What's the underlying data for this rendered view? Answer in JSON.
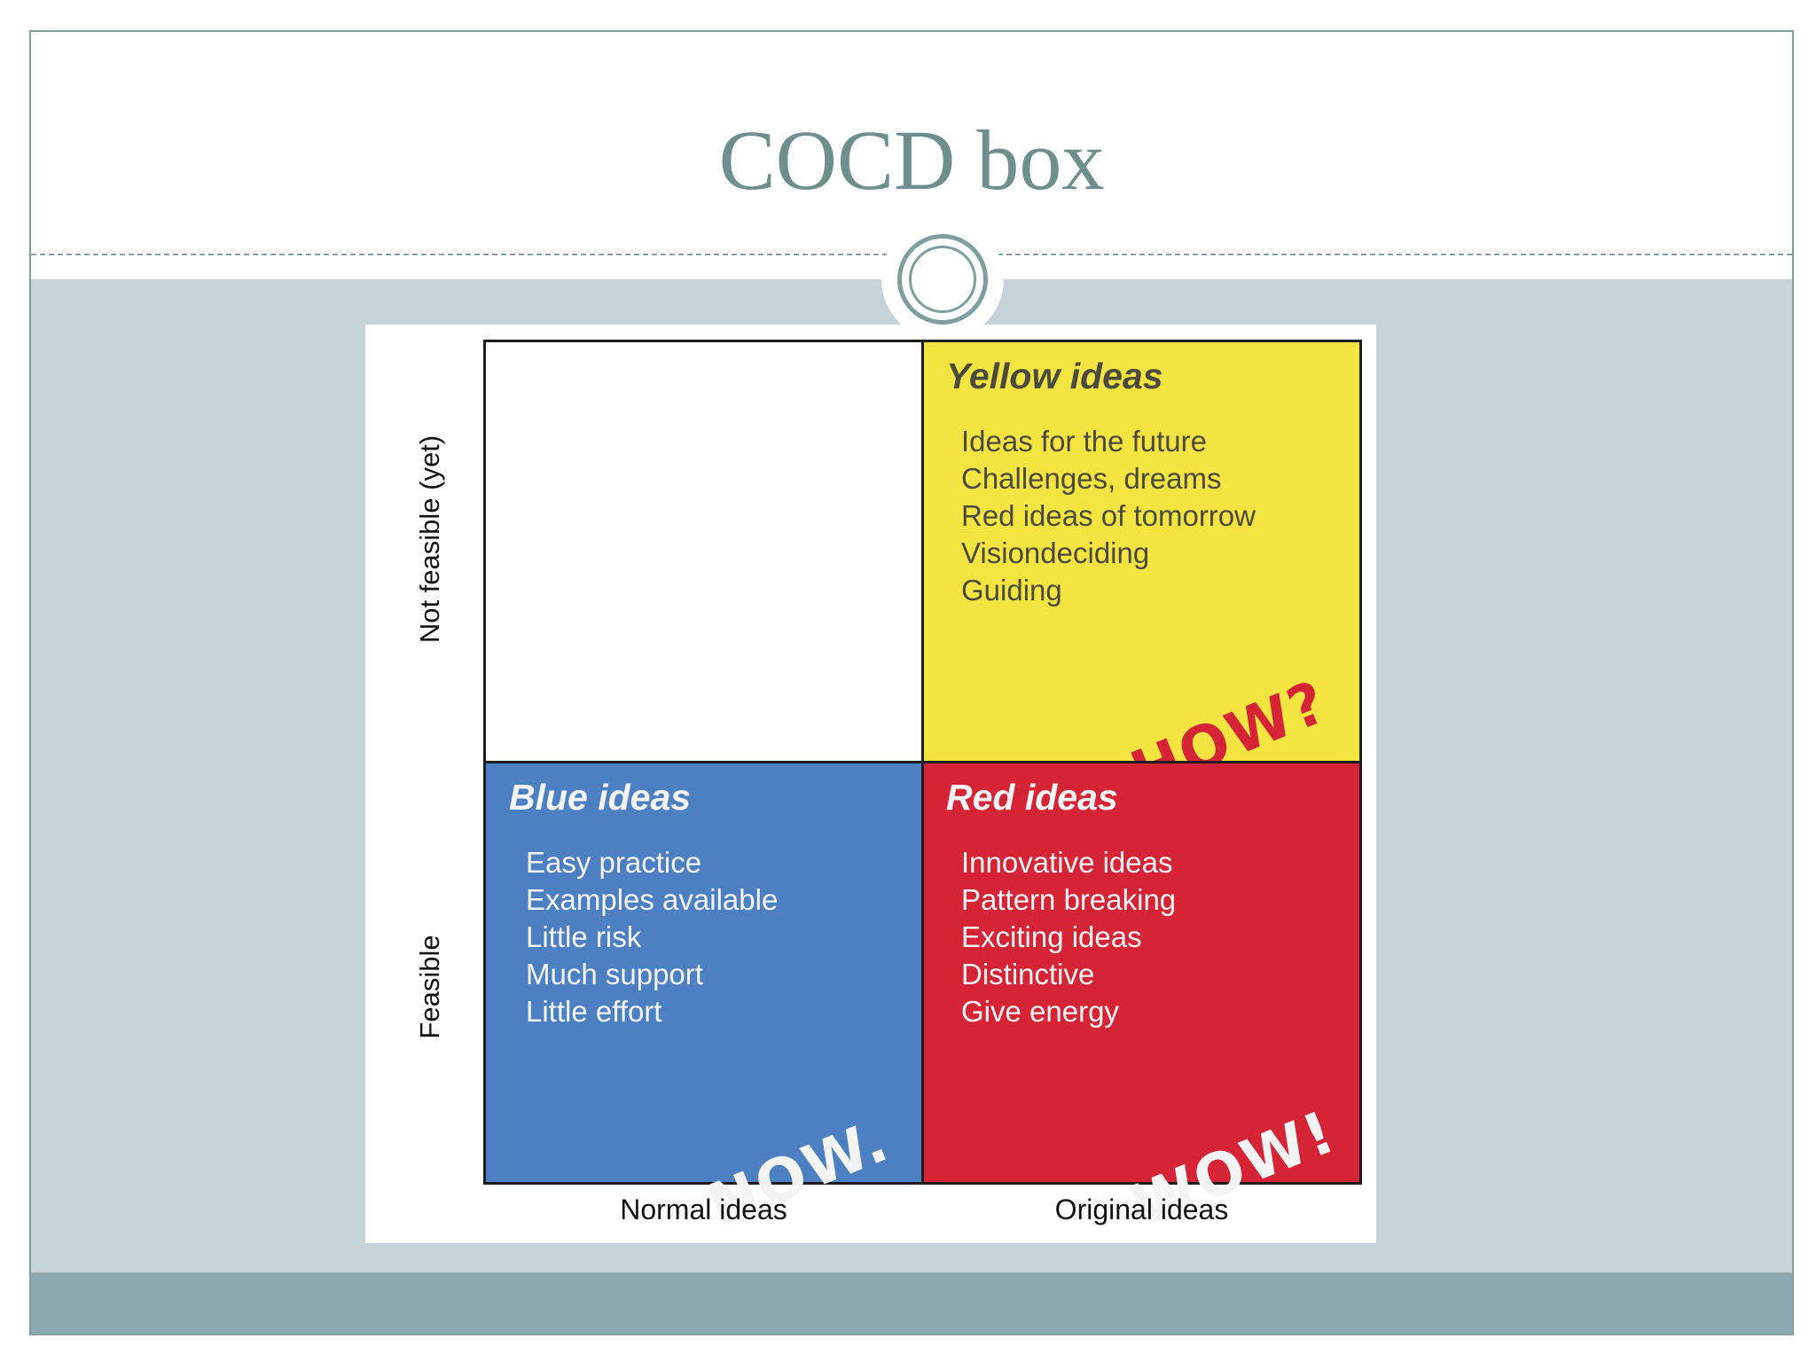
{
  "slide": {
    "title": "COCD box"
  },
  "matrix": {
    "y_axis": {
      "top_label": "Not feasible (yet)",
      "bottom_label": "Feasible"
    },
    "x_axis": {
      "left_label": "Normal ideas",
      "right_label": "Original ideas"
    },
    "quadrants": {
      "top_left": {
        "heading": "",
        "color": "#ffffff"
      },
      "yellow": {
        "heading": "Yellow ideas",
        "color": "#f4e442",
        "items": [
          "Ideas for the future",
          "Challenges, dreams",
          "Red ideas of tomorrow",
          "Visiondeciding",
          "Guiding"
        ],
        "shout": "HOW?"
      },
      "blue": {
        "heading": "Blue ideas",
        "color": "#4d80c2",
        "items": [
          "Easy practice",
          "Examples available",
          "Little risk",
          "Much support",
          "Little effort"
        ],
        "shout": "NOW."
      },
      "red": {
        "heading": "Red ideas",
        "color": "#d42435",
        "items": [
          "Innovative ideas",
          "Pattern breaking",
          "Exciting ideas",
          "Distinctive",
          "Give energy"
        ],
        "shout": "WOW!"
      }
    }
  },
  "theme": {
    "accent": "#7f9f9f",
    "content_background": "#c5d2d7",
    "footer_band": "#8eaaae"
  }
}
